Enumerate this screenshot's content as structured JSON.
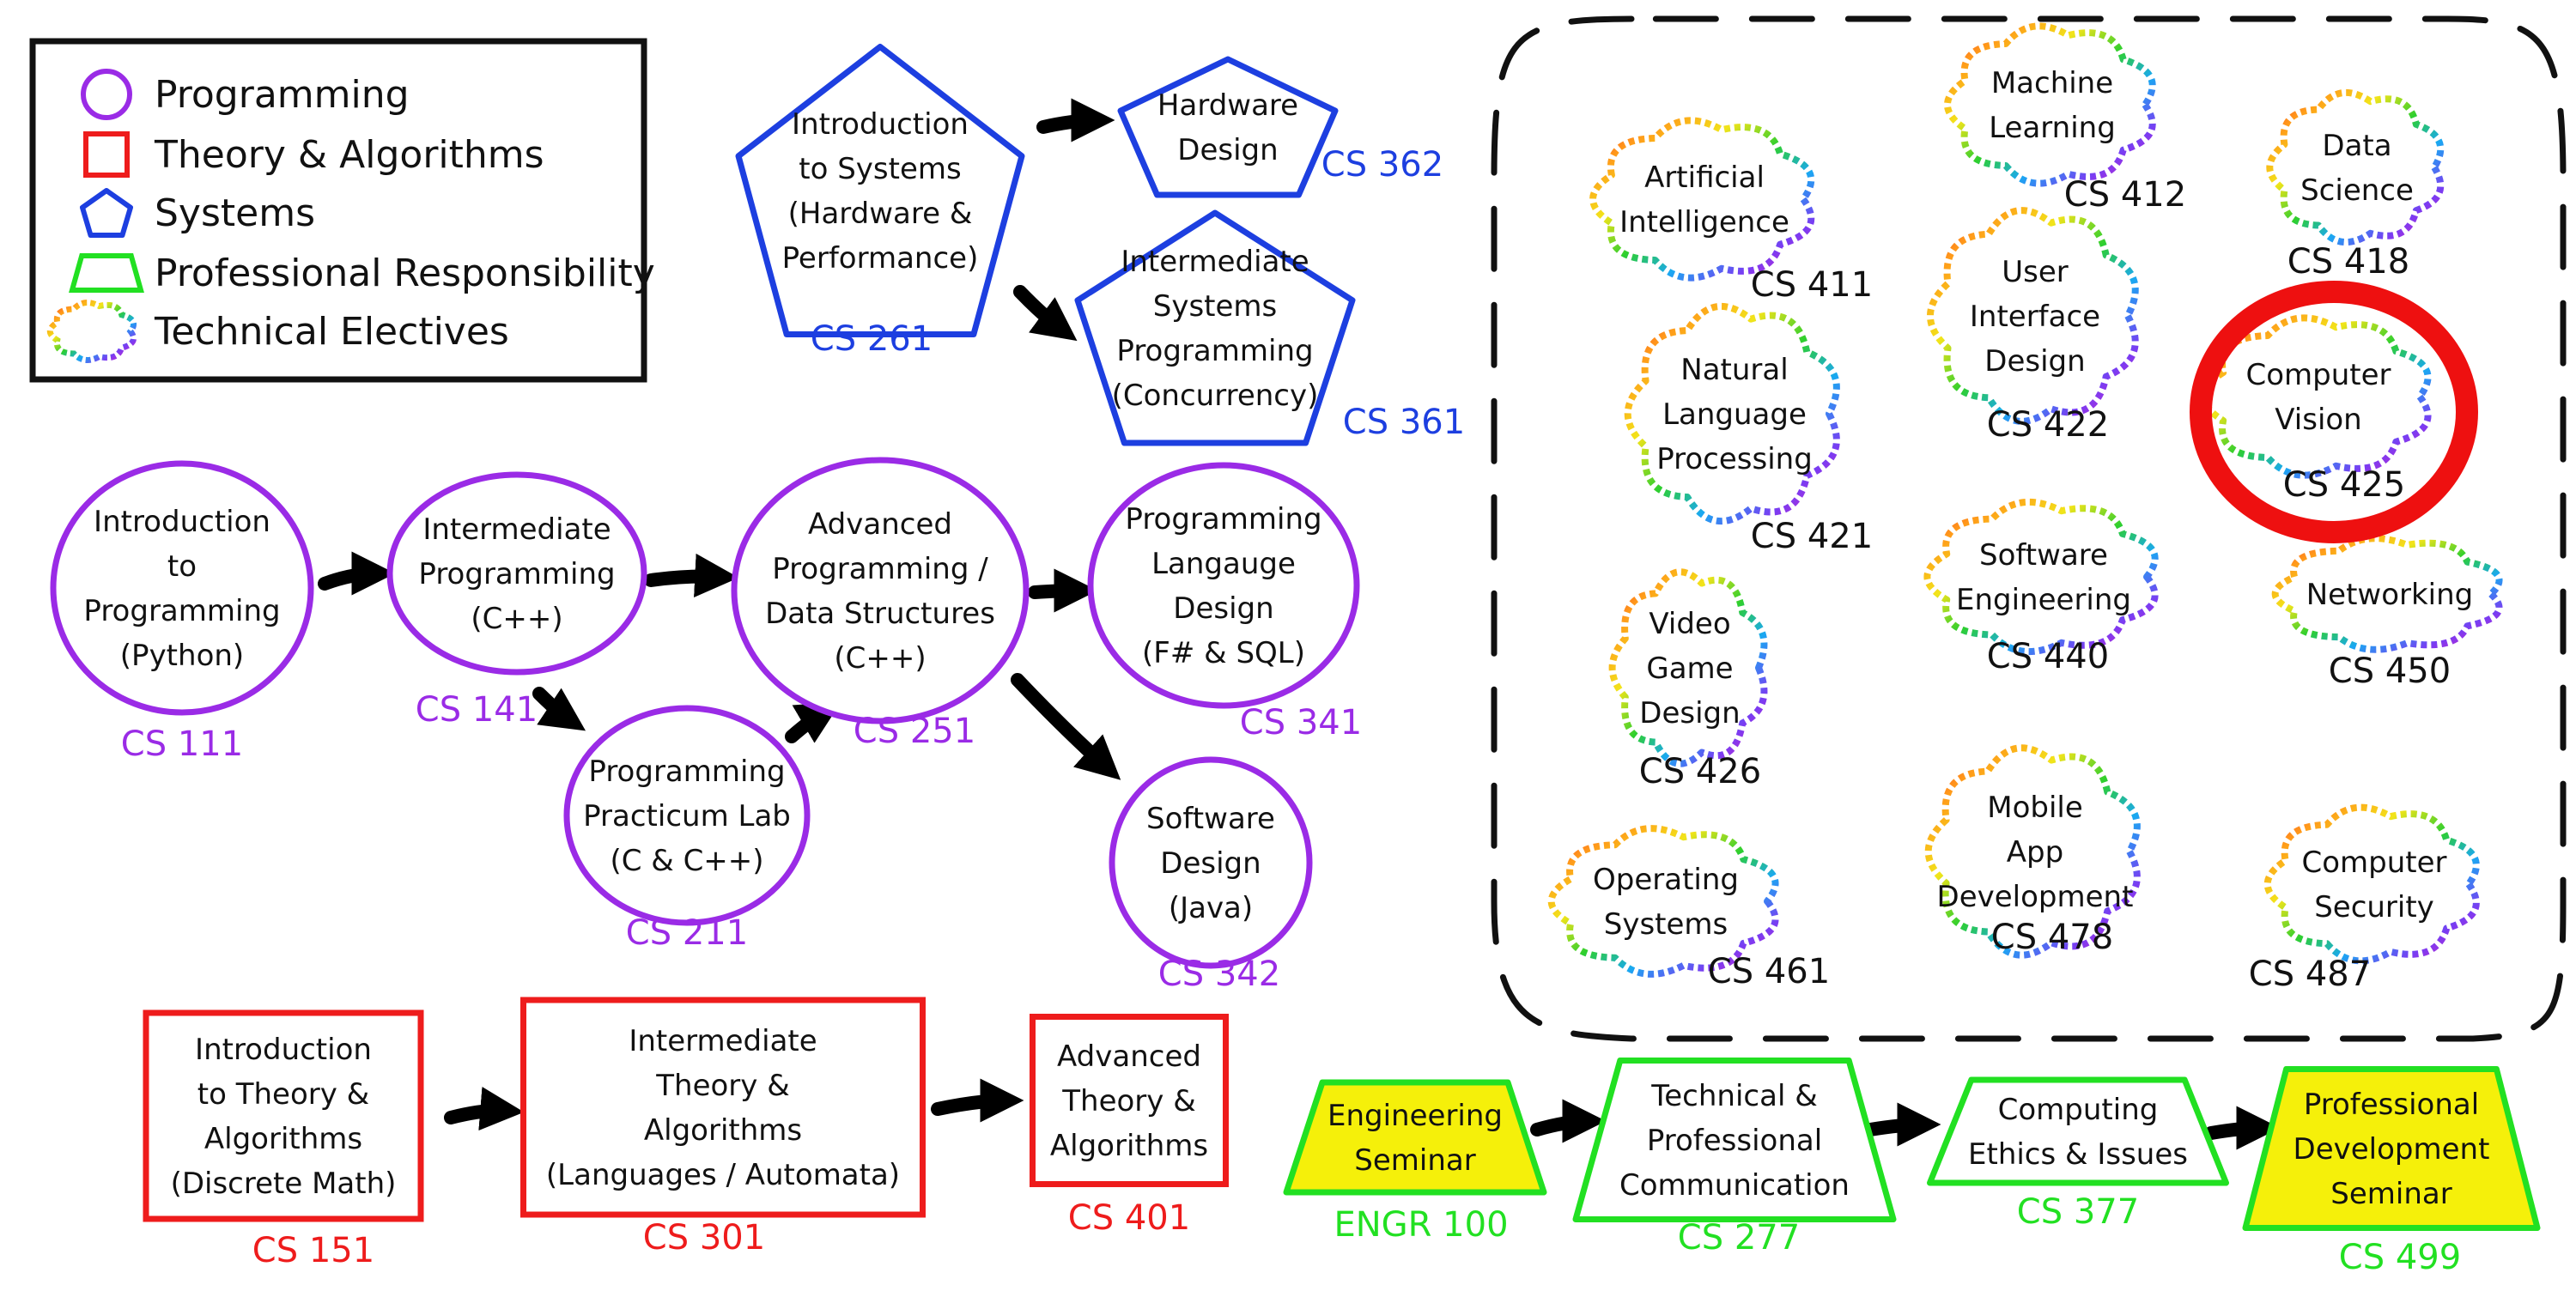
{
  "colors": {
    "programming": "#9a2be6",
    "theory": "#ee1c1c",
    "systems": "#1d3fe0",
    "professional": "#22e022",
    "professional_fill": "#f5f00a",
    "highlight": "#ee1010",
    "arrow": "#000000",
    "rainbow": [
      "#ff2a2a",
      "#ff9b1a",
      "#f2e41a",
      "#2ecf2e",
      "#1aa8f2",
      "#7a3cf2",
      "#f21ab8"
    ]
  },
  "legend": {
    "items": [
      {
        "label": "Programming",
        "shape": "circle-icon"
      },
      {
        "label": "Theory & Algorithms",
        "shape": "square-icon"
      },
      {
        "label": "Systems",
        "shape": "pentagon-icon"
      },
      {
        "label": "Professional Responsibility",
        "shape": "trapezoid-icon"
      },
      {
        "label": "Technical Electives",
        "shape": "cloud-icon"
      }
    ]
  },
  "courses": {
    "cs111": {
      "lines": [
        "Introduction",
        "to",
        "Programming",
        "(Python)"
      ],
      "code": "CS 111"
    },
    "cs141": {
      "lines": [
        "Intermediate",
        "Programming",
        "(C++)"
      ],
      "code": "CS 141"
    },
    "cs211": {
      "lines": [
        "Programming",
        "Practicum Lab",
        "(C & C++)"
      ],
      "code": "CS 211"
    },
    "cs251": {
      "lines": [
        "Advanced",
        "Programming /",
        "Data Structures",
        "(C++)"
      ],
      "code": "CS 251"
    },
    "cs341": {
      "lines": [
        "Programming",
        "Langauge",
        "Design",
        "(F# & SQL)"
      ],
      "code": "CS 341"
    },
    "cs342": {
      "lines": [
        "Software",
        "Design",
        "(Java)"
      ],
      "code": "CS 342"
    },
    "cs261": {
      "lines": [
        "Introduction",
        "to Systems",
        "(Hardware &",
        "Performance)"
      ],
      "code": "CS 261"
    },
    "cs362": {
      "lines": [
        "Hardware",
        "Design"
      ],
      "code": "CS 362"
    },
    "cs361": {
      "lines": [
        "Intermediate",
        "Systems",
        "Programming",
        "(Concurrency)"
      ],
      "code": "CS 361"
    },
    "cs151": {
      "lines": [
        "Introduction",
        "to Theory &",
        "Algorithms",
        "(Discrete Math)"
      ],
      "code": "CS 151"
    },
    "cs301": {
      "lines": [
        "Intermediate",
        "Theory &",
        "Algorithms",
        "(Languages / Automata)"
      ],
      "code": "CS 301"
    },
    "cs401": {
      "lines": [
        "Advanced",
        "Theory &",
        "Algorithms"
      ],
      "code": "CS 401"
    },
    "engr100": {
      "lines": [
        "Engineering",
        "Seminar"
      ],
      "code": "ENGR 100"
    },
    "cs277": {
      "lines": [
        "Technical &",
        "Professional",
        "Communication"
      ],
      "code": "CS 277"
    },
    "cs377": {
      "lines": [
        "Computing",
        "Ethics & Issues"
      ],
      "code": "CS 377"
    },
    "cs499": {
      "lines": [
        "Professional",
        "Development",
        "Seminar"
      ],
      "code": "CS 499"
    }
  },
  "electives": {
    "cs411": {
      "lines": [
        "Artificial",
        "Intelligence"
      ],
      "code": "CS 411"
    },
    "cs412": {
      "lines": [
        "Machine",
        "Learning"
      ],
      "code": "CS 412"
    },
    "cs418": {
      "lines": [
        "Data",
        "Science"
      ],
      "code": "CS 418"
    },
    "cs421": {
      "lines": [
        "Natural",
        "Language",
        "Processing"
      ],
      "code": "CS 421"
    },
    "cs422": {
      "lines": [
        "User",
        "Interface",
        "Design"
      ],
      "code": "CS 422"
    },
    "cs425": {
      "lines": [
        "Computer",
        "Vision"
      ],
      "code": "CS 425"
    },
    "cs426": {
      "lines": [
        "Video",
        "Game",
        "Design"
      ],
      "code": "CS 426"
    },
    "cs440": {
      "lines": [
        "Software",
        "Engineering"
      ],
      "code": "CS 440"
    },
    "cs450": {
      "lines": [
        "Networking"
      ],
      "code": "CS 450"
    },
    "cs461": {
      "lines": [
        "Operating",
        "Systems"
      ],
      "code": "CS 461"
    },
    "cs478": {
      "lines": [
        "Mobile",
        "App",
        "Development"
      ],
      "code": "CS 478"
    },
    "cs487": {
      "lines": [
        "Computer",
        "Security"
      ],
      "code": "CS 487"
    }
  }
}
